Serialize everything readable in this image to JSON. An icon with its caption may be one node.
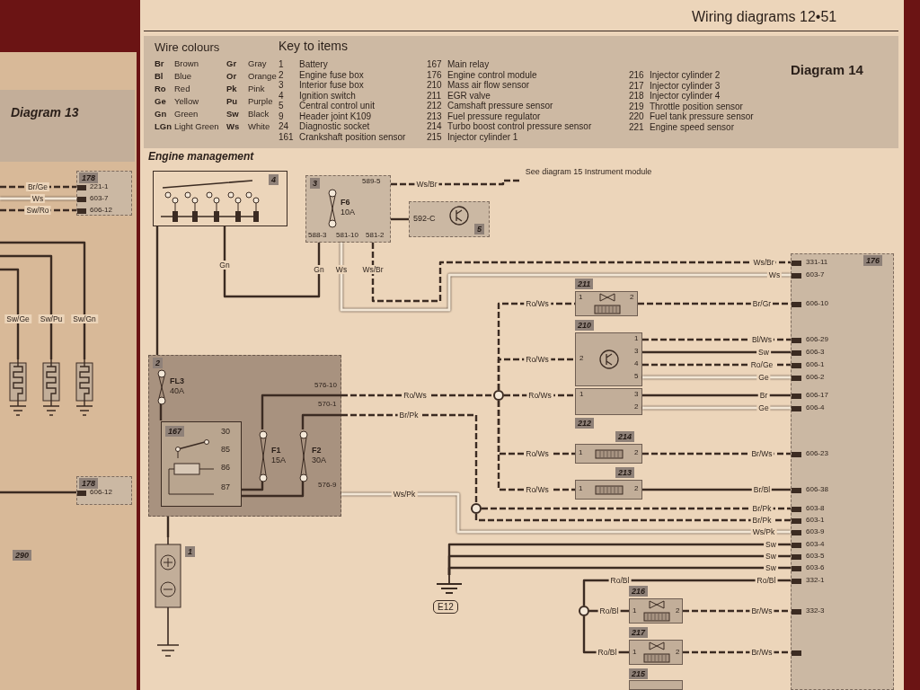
{
  "diagram": {
    "title": "Engine management",
    "nodes": [
      {
        "text": [
          "178",
          "221-1",
          "603-7",
          "606-12"
        ]
      },
      {
        "text": [],
        "shape": "box"
      },
      {
        "text": [],
        "shape": "box"
      },
      {
        "text": [],
        "shape": "box"
      },
      {
        "text": [
          "178",
          "606-12"
        ]
      },
      {
        "text": [
          "4"
        ]
      },
      {
        "text": [
          "3",
          "589-5",
          "588-3",
          "581-10",
          "581-2"
        ]
      },
      {
        "text": [
          "F6",
          "10A"
        ],
        "in": 6
      },
      {
        "text": [
          "See diagram 15 Instrument module"
        ]
      },
      {
        "text": [
          "5",
          "592-C"
        ]
      },
      {
        "text": [
          "176",
          "331-11",
          "603-7",
          "606-10",
          "606-29",
          "606-3",
          "606-1",
          "606-2",
          "606-17",
          "606-4",
          "606-23",
          "606-38",
          "603-8",
          "603-1",
          "603-9",
          "603-4",
          "603-5",
          "603-6",
          "332-1",
          "332-3"
        ]
      },
      {
        "text": [
          "211",
          "1",
          "2"
        ]
      },
      {
        "text": [
          "210",
          "2",
          "1",
          "3",
          "4",
          "5"
        ]
      },
      {
        "text": [
          "212",
          "1",
          "3",
          "2"
        ]
      },
      {
        "text": [
          "214",
          "1",
          "2"
        ]
      },
      {
        "text": [
          "213",
          "1",
          "2"
        ]
      },
      {
        "text": [
          "2",
          "576-10",
          "570-1",
          "576-9"
        ]
      },
      {
        "text": [
          "FL3",
          "40A"
        ],
        "in": 16
      },
      {
        "text": [
          "167",
          "30",
          "85",
          "86",
          "87"
        ],
        "in": 16
      },
      {
        "text": [
          "F1",
          "15A"
        ],
        "in": 16
      },
      {
        "text": [
          "F2",
          "30A"
        ],
        "in": 16
      },
      {
        "text": [],
        "shape": "circle"
      },
      {
        "text": [],
        "shape": "circle"
      },
      {
        "text": [
          "1"
        ]
      },
      {
        "text": [
          "E12"
        ]
      },
      {
        "text": [],
        "shape": "circle"
      },
      {
        "text": [
          "216",
          "1",
          "2"
        ]
      },
      {
        "text": [
          "217",
          "1",
          "2"
        ]
      },
      {
        "text": [
          "215"
        ]
      }
    ],
    "edges": [
      {
        "from": 5,
        "to": 6,
        "arrow": "none",
        "label": "Gn"
      },
      {
        "from": 5,
        "to": 16,
        "arrow": "none"
      },
      {
        "from": 6,
        "to": 8,
        "arrow": "none",
        "label": "Ws/Br",
        "style": "dashed"
      },
      {
        "from": 6,
        "to": 9,
        "arrow": "none"
      },
      {
        "from": 6,
        "to": 10,
        "arrow": "none",
        "label": "Ws",
        "color": "#f3e7d6"
      },
      {
        "from": 6,
        "to": 10,
        "arrow": "none",
        "label": "Ws/Br",
        "style": "dashed"
      },
      {
        "from": 16,
        "to": 21,
        "arrow": "none",
        "label": "Ro/Ws",
        "style": "dashed"
      },
      {
        "from": 21,
        "to": 11,
        "arrow": "none",
        "label": "Ro/Ws",
        "style": "dashed"
      },
      {
        "from": 21,
        "to": 12,
        "arrow": "none",
        "label": "Ro/Ws",
        "style": "dashed"
      },
      {
        "from": 21,
        "to": 13,
        "arrow": "none",
        "label": "Ro/Ws",
        "style": "dashed"
      },
      {
        "from": 21,
        "to": 14,
        "arrow": "none",
        "label": "Ro/Ws",
        "style": "dashed"
      },
      {
        "from": 21,
        "to": 15,
        "arrow": "none",
        "label": "Ro/Ws",
        "style": "dashed"
      },
      {
        "from": 11,
        "to": 10,
        "arrow": "none",
        "label": "Br/Gr",
        "style": "dashed"
      },
      {
        "from": 12,
        "to": 10,
        "arrow": "none",
        "label": "Bl/Ws",
        "style": "dashed"
      },
      {
        "from": 12,
        "to": 10,
        "arrow": "none",
        "label": "Sw"
      },
      {
        "from": 12,
        "to": 10,
        "arrow": "none",
        "label": "Ro/Ge",
        "style": "dashed"
      },
      {
        "from": 12,
        "to": 10,
        "arrow": "none",
        "label": "Ge",
        "color": "#f3e7d6"
      },
      {
        "from": 13,
        "to": 10,
        "arrow": "none",
        "label": "Br"
      },
      {
        "from": 13,
        "to": 10,
        "arrow": "none",
        "label": "Ge",
        "color": "#f3e7d6"
      },
      {
        "from": 14,
        "to": 10,
        "arrow": "none",
        "label": "Br/Ws",
        "style": "dashed"
      },
      {
        "from": 15,
        "to": 10,
        "arrow": "none",
        "label": "Br/Bl"
      },
      {
        "from": 16,
        "to": 22,
        "arrow": "none",
        "label": "Br/Pk",
        "style": "dashed"
      },
      {
        "from": 22,
        "to": 10,
        "arrow": "none",
        "label": "Br/Pk",
        "style": "dashed"
      },
      {
        "from": 22,
        "to": 10,
        "arrow": "none",
        "label": "Br/Pk",
        "style": "dashed"
      },
      {
        "from": 16,
        "to": 10,
        "arrow": "none",
        "label": "Ws/Pk",
        "color": "#f3e7d6"
      },
      {
        "from": 24,
        "to": 10,
        "arrow": "none",
        "label": "Sw"
      },
      {
        "from": 24,
        "to": 10,
        "arrow": "none",
        "label": "Sw"
      },
      {
        "from": 24,
        "to": 10,
        "arrow": "none",
        "label": "Sw"
      },
      {
        "from": 25,
        "to": 10,
        "arrow": "none",
        "label": "Ro/Bl"
      },
      {
        "from": 25,
        "to": 26,
        "arrow": "none",
        "label": "Ro/Bl"
      },
      {
        "from": 25,
        "to": 27,
        "arrow": "none",
        "label": "Ro/Bl"
      },
      {
        "from": 26,
        "to": 10,
        "arrow": "none",
        "label": "Br/Ws",
        "style": "dashed"
      },
      {
        "from": 27,
        "to": 10,
        "arrow": "none",
        "label": "Br/Ws",
        "style": "dashed"
      },
      {
        "from": 16,
        "to": 23,
        "arrow": "none"
      },
      {
        "from": 17,
        "to": 18,
        "arrow": "none"
      },
      {
        "from": 18,
        "to": 19,
        "arrow": "none"
      },
      {
        "from": 18,
        "to": 20,
        "arrow": "none"
      },
      {
        "from": 19,
        "to": 16,
        "arrow": "none"
      },
      {
        "from": 20,
        "to": 16,
        "arrow": "none"
      },
      {
        "from": null,
        "to": 0,
        "arrow": "none",
        "label": "Br/Ge",
        "style": "dashed"
      },
      {
        "from": null,
        "to": 0,
        "arrow": "none",
        "label": "Ws",
        "color": "#f3e7d6"
      },
      {
        "from": null,
        "to": 0,
        "arrow": "none",
        "label": "Sw/Ro",
        "style": "dashed"
      },
      {
        "from": null,
        "to": 1,
        "arrow": "none",
        "label": "Sw/Ge"
      },
      {
        "from": null,
        "to": 2,
        "arrow": "none",
        "label": "Sw/Pu"
      },
      {
        "from": null,
        "to": 3,
        "arrow": "none",
        "label": "Sw/Gn"
      },
      {
        "from": null,
        "to": 4,
        "arrow": "none"
      }
    ],
    "labels": [
      "Diagram 13",
      "290",
      "Wiring diagrams 12•51",
      "Wire colours",
      "Br",
      "Brown",
      "Gr",
      "Gray",
      "Bl",
      "Blue",
      "Or",
      "Orange",
      "Ro",
      "Red",
      "Pk",
      "Pink",
      "Ge",
      "Yellow",
      "Pu",
      "Purple",
      "Gn",
      "Green",
      "Sw",
      "Black",
      "LGn",
      "Light Green",
      "Ws",
      "White",
      "Key to items",
      "1",
      "Battery",
      "2",
      "Engine fuse box",
      "3",
      "Interior fuse box",
      "4",
      "Ignition switch",
      "5",
      "Central control unit",
      "9",
      "Header joint K109",
      "24",
      "Diagnostic socket",
      "161",
      "Crankshaft position sensor",
      "167",
      "Main relay",
      "176",
      "Engine control module",
      "210",
      "Mass air flow sensor",
      "211",
      "EGR valve",
      "212",
      "Camshaft pressure sensor",
      "213",
      "Fuel pressure regulator",
      "214",
      "Turbo boost control pressure sensor",
      "215",
      "Injector cylinder 1",
      "216",
      "Injector cylinder 2",
      "217",
      "Injector cylinder 3",
      "218",
      "Injector cylinder 4",
      "219",
      "Throttle position sensor",
      "220",
      "Fuel tank pressure sensor",
      "221",
      "Engine speed sensor",
      "Diagram 14",
      "Gn",
      "Ws",
      "Ws/Br",
      "Ws/Pk",
      "Ro/Bl"
    ]
  }
}
